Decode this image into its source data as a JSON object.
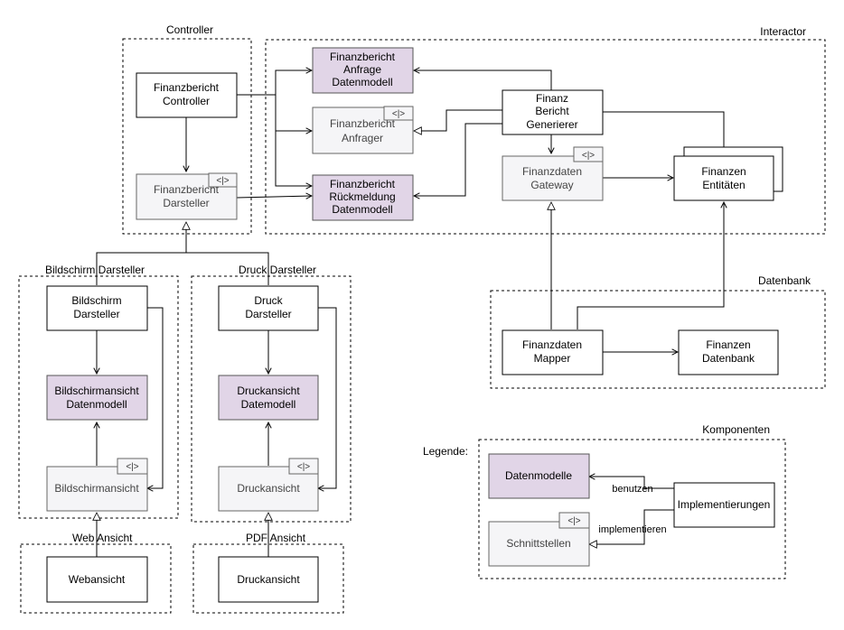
{
  "colors": {
    "data_model_fill": "#e1d5e7",
    "interface_fill": "#f5f5f7",
    "implementation_fill": "#ffffff",
    "edge": "#000000"
  },
  "groups": {
    "controller": "Controller",
    "interactor": "Interactor",
    "bildschirm_darsteller": "Bildschirm Darsteller",
    "druck_darsteller": "Druck Darsteller",
    "web_ansicht": "Web Ansicht",
    "pdf_ansicht": "PDF Ansicht",
    "datenbank": "Datenbank",
    "komponenten": "Komponenten"
  },
  "interface_tag": "<|>",
  "nodes": {
    "finanzbericht_controller": [
      "Finanzbericht",
      "Controller"
    ],
    "finanzbericht_darsteller": [
      "Finanzbericht",
      "Darsteller"
    ],
    "finanzbericht_anfrage_datenmodell": [
      "Finanzbericht",
      "Anfrage",
      "Datenmodell"
    ],
    "finanzbericht_anfrager": [
      "Finanzbericht",
      "Anfrager"
    ],
    "finanzbericht_rueckmeldung_datenmodell": [
      "Finanzbericht",
      "Rückmeldung",
      "Datenmodell"
    ],
    "finanz_bericht_generierer": [
      "Finanz",
      "Bericht",
      "Generierer"
    ],
    "finanzdaten_gateway": [
      "Finanzdaten",
      "Gateway"
    ],
    "finanzen_entitaeten": [
      "Finanzen",
      "Entitäten"
    ],
    "finanzdaten_mapper": [
      "Finanzdaten",
      "Mapper"
    ],
    "finanzen_datenbank": [
      "Finanzen",
      "Datenbank"
    ],
    "bildschirm_darsteller": [
      "Bildschirm",
      "Darsteller"
    ],
    "bildschirmansicht_datenmodell": [
      "Bildschirmansicht",
      "Datenmodell"
    ],
    "bildschirmansicht": [
      "Bildschirmansicht"
    ],
    "druck_darsteller": [
      "Druck",
      "Darsteller"
    ],
    "druckansicht_datemodell": [
      "Druckansicht",
      "Datemodell"
    ],
    "druckansicht_iface": [
      "Druckansicht"
    ],
    "webansicht": [
      "Webansicht"
    ],
    "druckansicht_pdf": [
      "Druckansicht"
    ]
  },
  "legend": {
    "title": "Legende:",
    "datenmodelle": "Datenmodelle",
    "schnittstellen": "Schnittstellen",
    "implementierungen": "Implementierungen",
    "benutzen": "benutzen",
    "implementieren": "implementieren"
  }
}
